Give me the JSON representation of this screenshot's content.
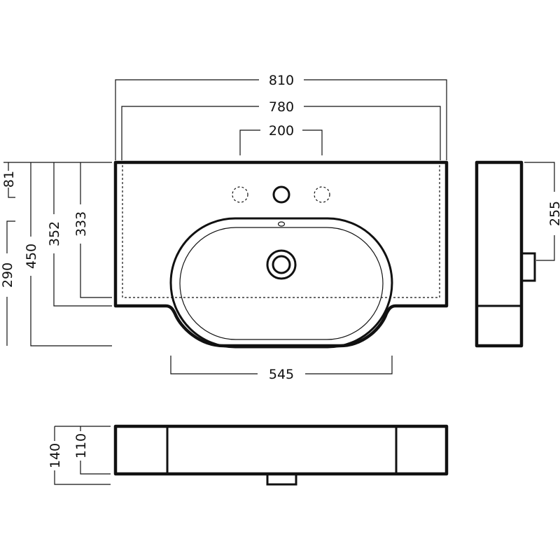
{
  "dimensions": {
    "overall_width": "810",
    "inner_width": "780",
    "tap_hole_spacing": "200",
    "bowl_width": "545",
    "tap_hole_depth": "81",
    "depth_352": "352",
    "depth_333": "333",
    "overall_depth": "450",
    "bowl_depth": "290",
    "side_height": "255",
    "overall_height": "140",
    "inner_height": "110"
  },
  "colors": {
    "line": "#111111",
    "background": "#ffffff"
  }
}
